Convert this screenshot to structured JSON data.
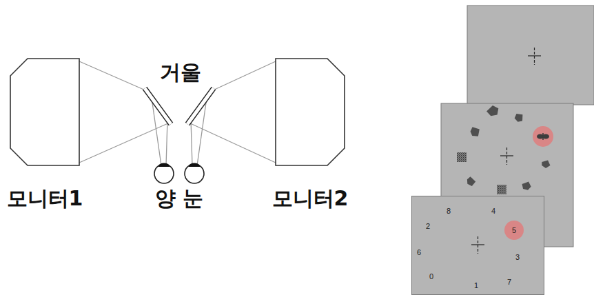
{
  "diagram": {
    "nodes": [
      {
        "text": [
          "모니터1"
        ]
      },
      {
        "text": [
          "모니터2"
        ]
      },
      {
        "text": [
          "8",
          "4",
          "2",
          "6",
          "3",
          "0",
          "1",
          "7"
        ]
      },
      {
        "text": [
          "5"
        ],
        "in": 2
      }
    ],
    "labels": [
      "거울",
      "양 눈"
    ]
  }
}
